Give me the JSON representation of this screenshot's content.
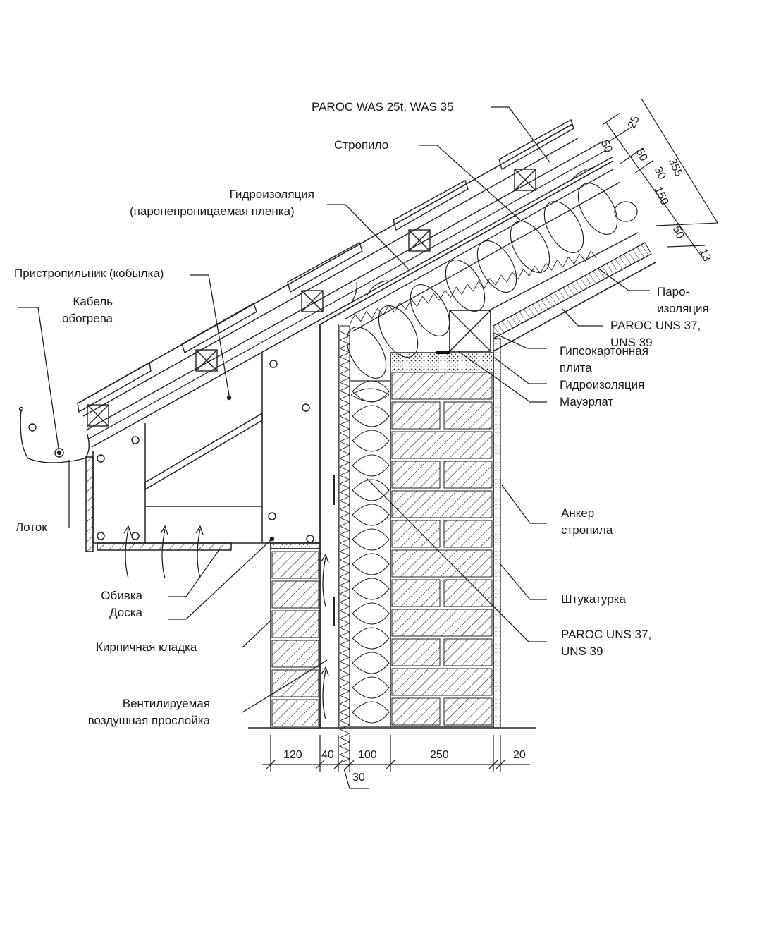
{
  "labels": {
    "paroc_was": "PAROC WAS 25t, WAS 35",
    "rafter": "Стропило",
    "waterproof_film_1": "Гидроизоляция",
    "waterproof_film_2": "(паронепроницаемая пленка)",
    "rafter_extension": "Пристропильник (кобылка)",
    "heating_cable_1": "Кабель",
    "heating_cable_2": "обогрева",
    "gutter": "Лоток",
    "soffit_1": "Обивка",
    "soffit_2": "Доска",
    "brickwork": "Кирпичная кладка",
    "air_gap_1": "Вентилируемая",
    "air_gap_2": "воздушная прослойка",
    "vapour_1": "Паро-",
    "vapour_2": "изоляция",
    "paroc_uns_top_1": "PAROC UNS 37,",
    "paroc_uns_top_2": "UNS 39",
    "plasterboard_1": "Гипсокартонная",
    "plasterboard_2": "плита",
    "waterproofing": "Гидроизоляция",
    "wallplate": "Мауэрлат",
    "anchor_1": "Анкер",
    "anchor_2": "стропила",
    "plaster": "Штукатурка",
    "paroc_uns_wall_1": "PAROC UNS 37,",
    "paroc_uns_wall_2": "UNS 39"
  },
  "dimensions": {
    "bottom": [
      "120",
      "40",
      "100",
      "250",
      "20"
    ],
    "bottom_extra": "30",
    "roof": [
      "25",
      "50",
      "50",
      "30",
      "150",
      "50",
      "13"
    ],
    "roof_total": "355"
  }
}
